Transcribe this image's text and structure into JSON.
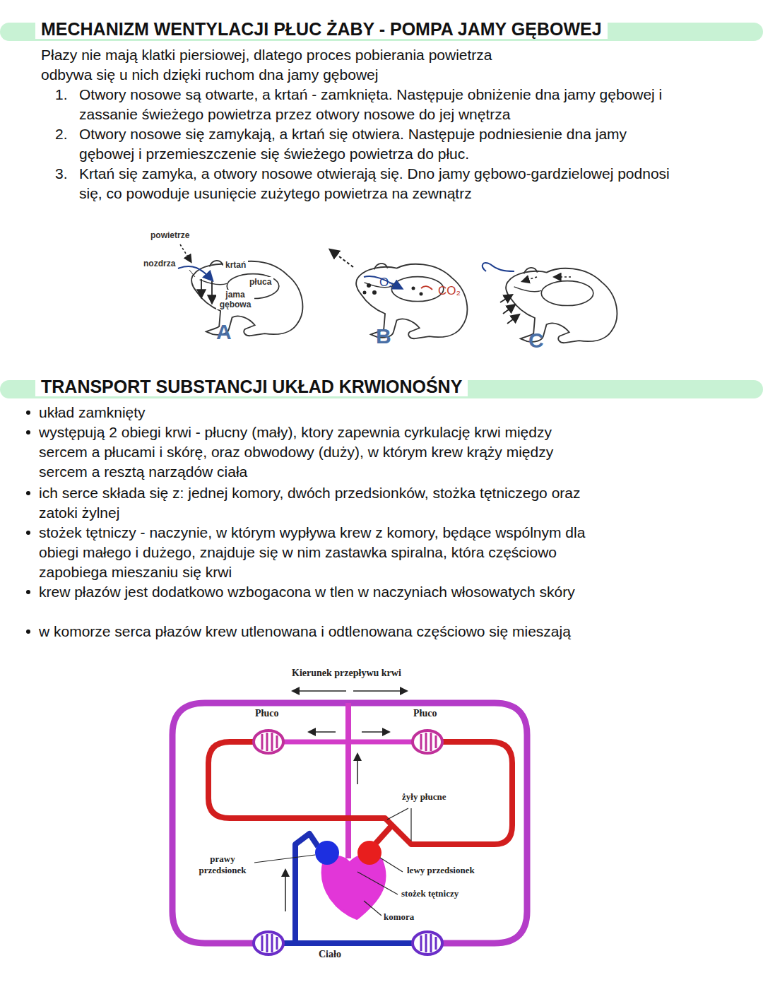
{
  "diagram": {
    "title": "MECHANIZM WENTYLACJI PŁUC ŻABY - POMPA JAMY GĘBOWEJ",
    "labels": [
      "Płazy nie mają klatki piersiowej, dlatego proces pobierania powietrza odbywa się u nich dzięki ruchom dna jamy gębowej",
      "1.",
      "Otwory nosowe są otwarte, a krtań - zamknięta. Następuje obniżenie dna jamy gębowej i zassanie świeżego powietrza przez otwory nosowe do jej wnętrza",
      "2.",
      "Otwory nosowe się zamykają, a krtań się otwiera. Następuje podniesienie dna jamy gębowej i przemieszczenie się świeżego powietrza do płuc.",
      "3.",
      "Krtań się zamyka, a otwory nosowe otwierają się. Dno jamy gębowo-gardzielowej podnosi się, co powoduje usunięcie zużytego powietrza na zewnątrz",
      "powietrze",
      "nozdrza",
      "krtań",
      "płuca",
      "jama gębowa",
      "A",
      "B",
      "C",
      "O₂",
      "CO₂",
      "TRANSPORT SUBSTANCJI UKŁAD KRWIONOŚNY",
      "układ zamknięty",
      "występują 2 obiegi krwi - płucny (mały), ktory zapewnia cyrkulację krwi między sercem a płucami i skórę, oraz obwodowy (duży), w którym krew krąży między sercem a resztą narządów ciała",
      "ich serce składa się z: jednej komory, dwóch przedsionków, stożka tętniczego oraz zatoki żylnej",
      "stożek tętniczy - naczynie, w którym wypływa krew z komory, będące wspólnym dla obiegi małego i dużego, znajduje się w nim zastawka spiralna, która częściowo zapobiega mieszaniu się krwi",
      "krew płazów jest dodatkowo wzbogacona w tlen w naczyniach włosowatych skóry",
      "w komorze serca płazów krew utlenowana i odtlenowana częściowo się mieszają",
      "Kierunek przepływu krwi",
      "Płuco",
      "Płuco",
      "żyły płucne",
      "prawy przedsionek",
      "lewy przedsionek",
      "stożek tętniczy",
      "komora",
      "Ciało"
    ]
  }
}
